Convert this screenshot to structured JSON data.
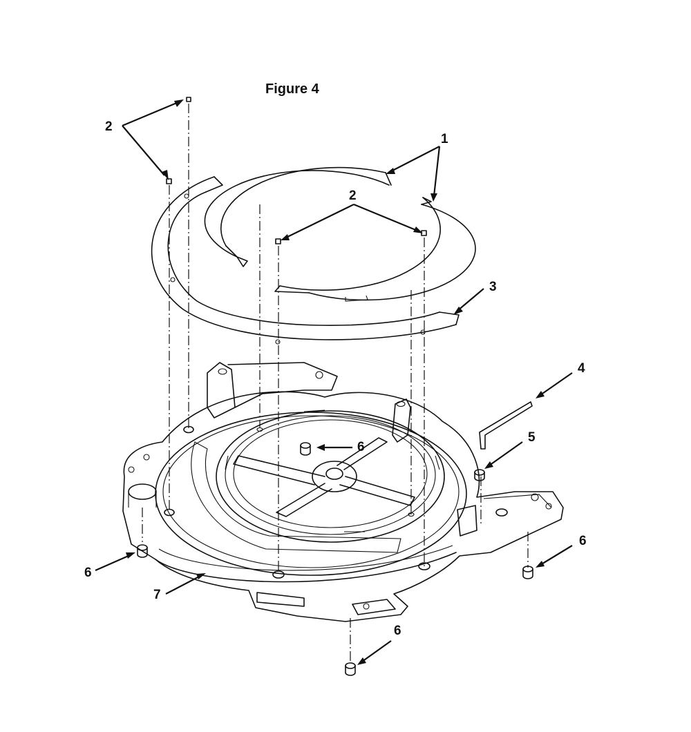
{
  "figure": {
    "title": "Figure 4",
    "callouts": [
      "1",
      "2",
      "3",
      "4",
      "5",
      "6",
      "7"
    ]
  }
}
